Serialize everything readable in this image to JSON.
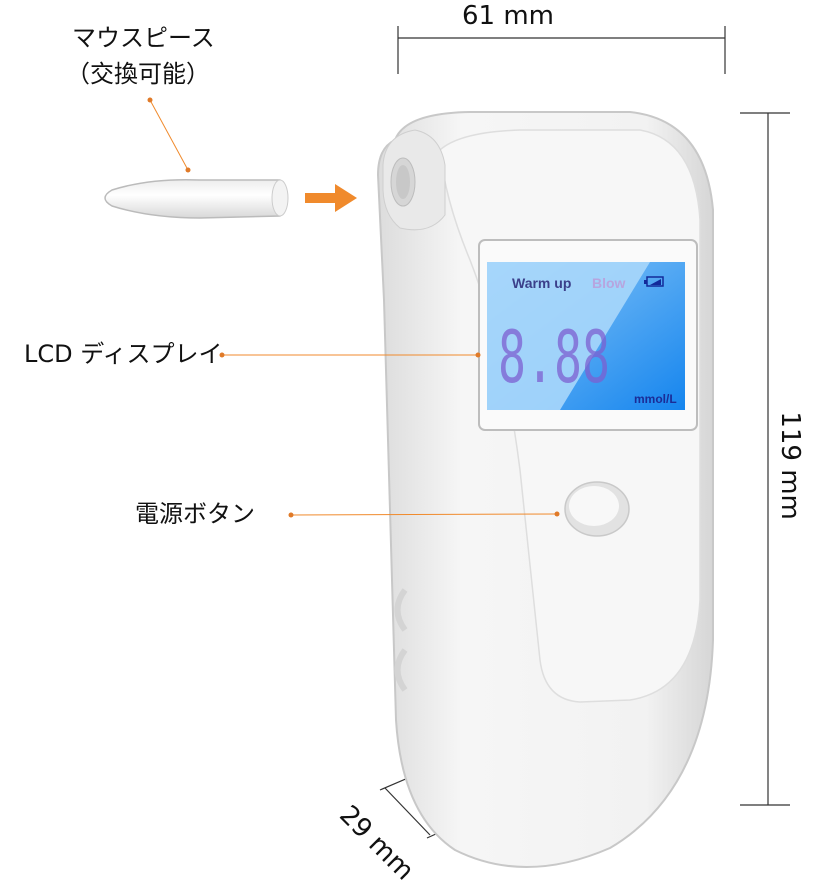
{
  "dimensions": {
    "width_label": "61 mm",
    "height_label": "119 mm",
    "depth_label": "29 mm"
  },
  "callouts": {
    "mouthpiece_line1": "マウスピース",
    "mouthpiece_line2": "（交換可能）",
    "lcd": "LCD ディスプレイ",
    "power": "電源ボタン"
  },
  "lcd_screen": {
    "warm_up": "Warm up",
    "blow": "Blow",
    "reading": "8.88",
    "unit": "mmol/L",
    "battery_icon": "battery-icon"
  },
  "colors": {
    "accent": "#f08a2c",
    "lcd_blue": "#1c8ff0",
    "lcd_light": "#9fd3fb",
    "segment_dark": "#0a1fa8",
    "segment_light": "#b9a9e3",
    "body": "#f1f1f1"
  }
}
